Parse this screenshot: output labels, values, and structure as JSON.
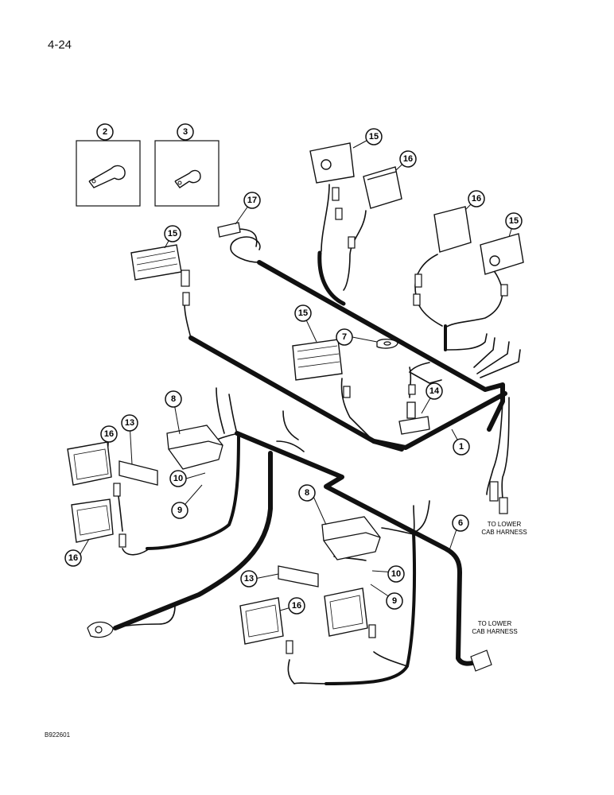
{
  "page_number": "4-24",
  "figure_code": "B922601",
  "notes": {
    "lower_cab_harness_1": [
      "TO LOWER",
      "CAB HARNESS"
    ],
    "lower_cab_harness_2": [
      "TO LOWER",
      "CAB HARNESS"
    ]
  },
  "callouts": {
    "c1": "1",
    "c2": "2",
    "c3": "3",
    "c6": "6",
    "c7": "7",
    "c8a": "8",
    "c8b": "8",
    "c9a": "9",
    "c9b": "9",
    "c10a": "10",
    "c10b": "10",
    "c13a": "13",
    "c13b": "13",
    "c14": "14",
    "c15a": "15",
    "c15b": "15",
    "c15c": "15",
    "c15d": "15",
    "c16a": "16",
    "c16b": "16",
    "c16c": "16",
    "c16d": "16",
    "c16e": "16",
    "c17": "17"
  }
}
